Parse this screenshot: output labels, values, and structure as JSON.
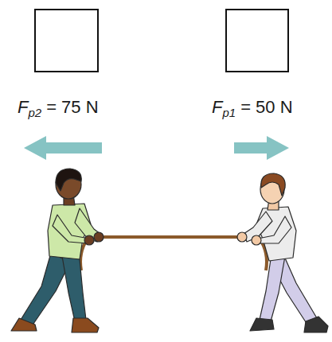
{
  "diagram": {
    "labels": [
      "F",
      "p2",
      "= 75 N",
      "F",
      "p1",
      "= 50 N"
    ]
  }
}
